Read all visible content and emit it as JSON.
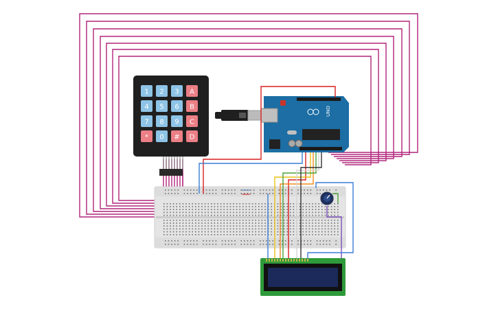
{
  "keypad": {
    "keys": [
      [
        "1",
        "2",
        "3",
        "A"
      ],
      [
        "4",
        "5",
        "6",
        "B"
      ],
      [
        "7",
        "8",
        "9",
        "C"
      ],
      [
        "*",
        "0",
        "#",
        "D"
      ]
    ],
    "colors": {
      "body": "#1f1f1f",
      "numeric_key": "#8ec4e6",
      "letter_key": "#ec7f86"
    }
  },
  "arduino": {
    "logo_text": "UNO",
    "board_color": "#1c6ea4"
  },
  "lcd": {
    "pcb_color": "#2f9a3a",
    "screen_color": "#1b2a5a"
  },
  "wire_colors": {
    "keypad": "#b0237a",
    "red": "#d91f1f",
    "blue": "#3a7dd6",
    "yellow": "#e8c213",
    "orange": "#f08a1c",
    "green": "#4aa13a",
    "white": "#e6e6e6",
    "black": "#333333",
    "purple": "#7a4fb8"
  },
  "icons": {
    "potentiometer": "potentiometer-icon",
    "usb": "usb-plug-icon"
  }
}
